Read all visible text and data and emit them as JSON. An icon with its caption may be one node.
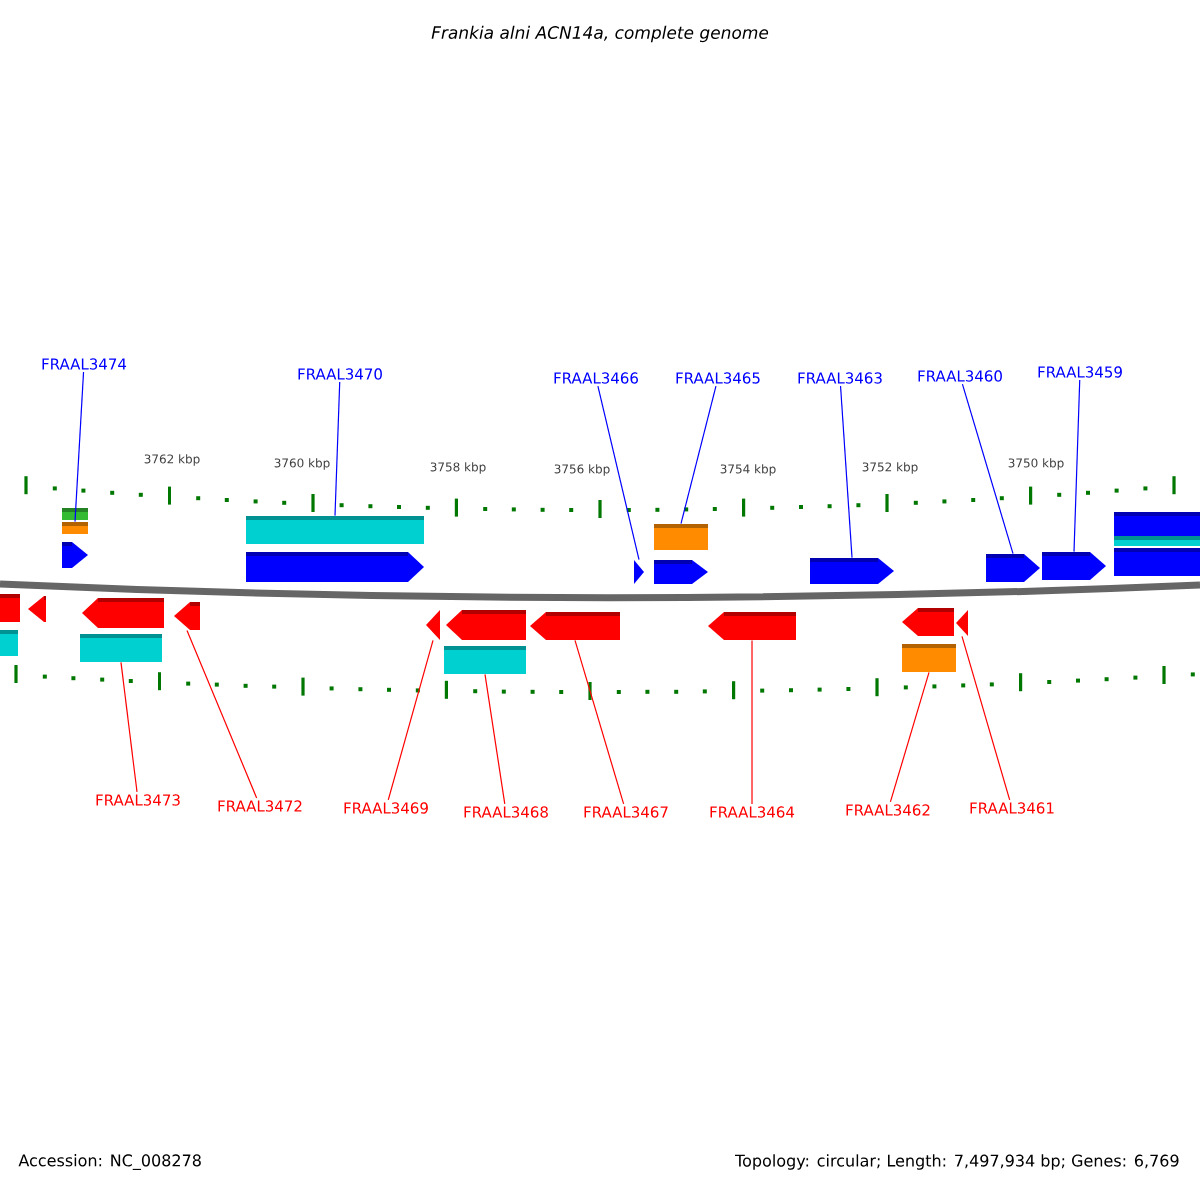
{
  "diagram": {
    "title": "Frankia alni ACN14a, complete genome",
    "nodes": [
      {
        "text": [
          "FRAAL3474"
        ]
      },
      {
        "text": [
          "FRAAL3470"
        ]
      },
      {
        "text": [
          "FRAAL3466"
        ]
      },
      {
        "text": [
          "FRAAL3465"
        ]
      },
      {
        "text": [
          "FRAAL3463"
        ]
      },
      {
        "text": [
          "FRAAL3460"
        ]
      },
      {
        "text": [
          "FRAAL3459"
        ]
      },
      {
        "text": [
          "FRAAL3473"
        ]
      },
      {
        "text": [
          "FRAAL3472"
        ]
      },
      {
        "text": [
          "FRAAL3469"
        ]
      },
      {
        "text": [
          "FRAAL3468"
        ]
      },
      {
        "text": [
          "FRAAL3467"
        ]
      },
      {
        "text": [
          "FRAAL3464"
        ]
      },
      {
        "text": [
          "FRAAL3462"
        ]
      },
      {
        "text": [
          "FRAAL3461"
        ]
      },
      {
        "text": [],
        "shape": "box"
      },
      {
        "text": [],
        "shape": "box"
      },
      {
        "text": [],
        "shape": "arrow"
      },
      {
        "text": [],
        "shape": "box"
      },
      {
        "text": [],
        "shape": "arrow"
      },
      {
        "text": [],
        "shape": "arrow"
      },
      {
        "text": [],
        "shape": "arrow"
      },
      {
        "text": [],
        "shape": "box"
      },
      {
        "text": [],
        "shape": "arrow"
      },
      {
        "text": [],
        "shape": "arrow"
      },
      {
        "text": [],
        "shape": "box"
      },
      {
        "text": [],
        "shape": "arrow"
      },
      {
        "text": [],
        "shape": "arrow"
      },
      {
        "text": [],
        "shape": "box"
      },
      {
        "text": [],
        "shape": "arrow"
      },
      {
        "text": [],
        "shape": "box"
      },
      {
        "text": [],
        "shape": "arrow"
      },
      {
        "text": [],
        "shape": "arrow"
      },
      {
        "text": [],
        "shape": "arrow"
      },
      {
        "text": [],
        "shape": "box"
      },
      {
        "text": [],
        "shape": "box"
      },
      {
        "text": [],
        "shape": "box"
      },
      {
        "text": [],
        "shape": "box"
      },
      {
        "text": [],
        "shape": "arrow"
      },
      {
        "text": [],
        "shape": "arrow"
      },
      {
        "text": [],
        "shape": "box"
      },
      {
        "text": [],
        "shape": "arrow"
      },
      {
        "text": [],
        "shape": "arrow"
      }
    ],
    "edges": [
      {
        "from": 0,
        "to": 15,
        "arrow": "none",
        "color": "#0000ff"
      },
      {
        "from": 1,
        "to": 16,
        "arrow": "none",
        "color": "#0000ff"
      },
      {
        "from": 2,
        "to": 17,
        "arrow": "none",
        "color": "#0000ff"
      },
      {
        "from": 3,
        "to": 18,
        "arrow": "none",
        "color": "#0000ff"
      },
      {
        "from": 4,
        "to": 19,
        "arrow": "none",
        "color": "#0000ff"
      },
      {
        "from": 5,
        "to": 20,
        "arrow": "none",
        "color": "#0000ff"
      },
      {
        "from": 6,
        "to": 21,
        "arrow": "none",
        "color": "#0000ff"
      },
      {
        "from": 7,
        "to": 22,
        "arrow": "none",
        "color": "#ff0000"
      },
      {
        "from": 8,
        "to": 23,
        "arrow": "none",
        "color": "#ff0000"
      },
      {
        "from": 9,
        "to": 24,
        "arrow": "none",
        "color": "#ff0000"
      },
      {
        "from": 10,
        "to": 25,
        "arrow": "none",
        "color": "#ff0000"
      },
      {
        "from": 11,
        "to": 26,
        "arrow": "none",
        "color": "#ff0000"
      },
      {
        "from": 12,
        "to": 27,
        "arrow": "none",
        "color": "#ff0000"
      },
      {
        "from": 13,
        "to": 28,
        "arrow": "none",
        "color": "#ff0000"
      },
      {
        "from": 14,
        "to": 29,
        "arrow": "none",
        "color": "#ff0000"
      }
    ],
    "labels": [
      "3762 kbp",
      "3760 kbp",
      "3758 kbp",
      "3756 kbp",
      "3754 kbp",
      "3752 kbp",
      "3750 kbp",
      "Accession: NC_008278",
      "Topology: circular; Length: 7,497,934 bp; Genes: 6,769"
    ]
  }
}
